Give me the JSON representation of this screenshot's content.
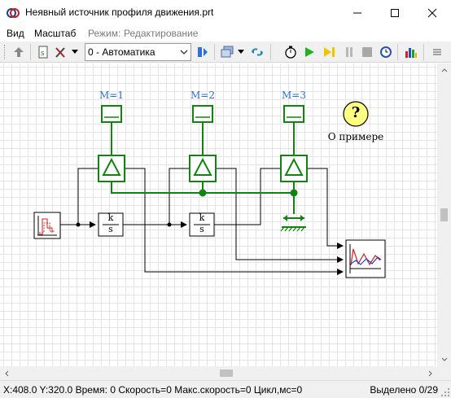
{
  "window": {
    "title": "Неявный источник профиля движения.prt"
  },
  "menu": {
    "items": [
      "Вид",
      "Масштаб"
    ],
    "mode_label": "Режим:",
    "mode_value": "Редактирование"
  },
  "toolbar": {
    "mode_select_value": "0 - Автоматика"
  },
  "diagram": {
    "masses": [
      {
        "label": "M=1"
      },
      {
        "label": "M=2"
      },
      {
        "label": "M=3"
      }
    ],
    "integrators": [
      {
        "numerator": "k",
        "denominator": "s"
      },
      {
        "numerator": "k",
        "denominator": "s"
      }
    ],
    "about_label": "О примере",
    "about_symbol": "?"
  },
  "status": {
    "x": "X:408.0",
    "y": "Y:320.0",
    "time": "Время: 0",
    "speed": "Скорость=0",
    "max_speed": "Макс.скорость=0",
    "cycle": "Цикл,мс=0",
    "selected": "Выделено 0/29"
  },
  "colors": {
    "mechanical_green": "#128212",
    "mass_label_blue": "#2f6fd6",
    "help_yellow": "#ffff80",
    "play_green": "#21b321",
    "step_yellow": "#f0c400"
  }
}
